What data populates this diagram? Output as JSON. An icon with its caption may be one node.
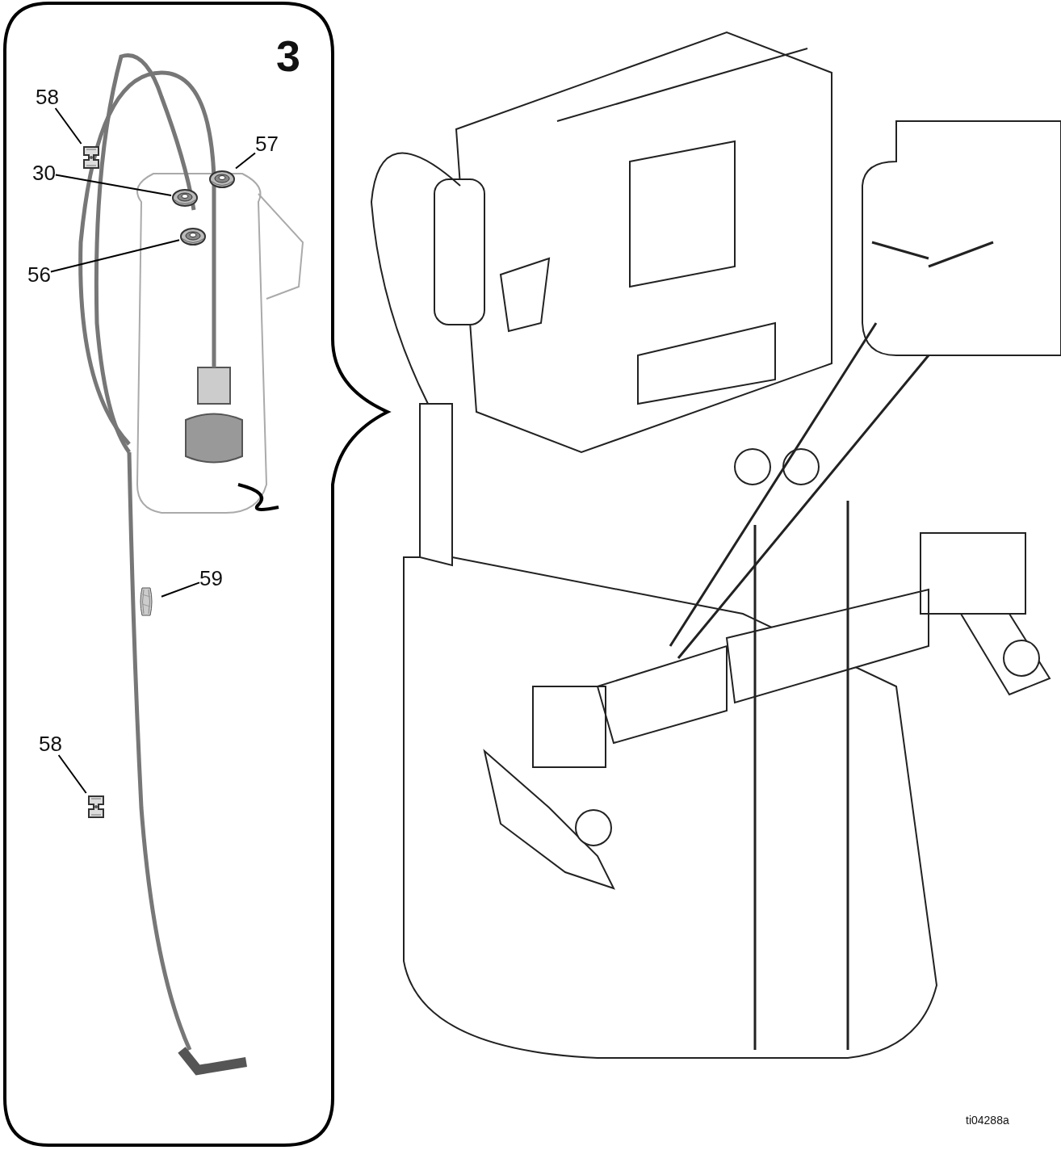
{
  "diagram": {
    "nodes": [
      {
        "text": [
          "58"
        ]
      },
      {
        "text": [],
        "shape": "picture"
      },
      {
        "text": [
          "30"
        ]
      },
      {
        "text": [],
        "shape": "picture"
      },
      {
        "text": [
          "57"
        ]
      },
      {
        "text": [],
        "shape": "picture"
      },
      {
        "text": [
          "56"
        ]
      },
      {
        "text": [],
        "shape": "picture"
      },
      {
        "text": [
          "59"
        ]
      },
      {
        "text": [],
        "shape": "picture"
      },
      {
        "text": [
          "58"
        ]
      },
      {
        "text": [],
        "shape": "picture"
      }
    ],
    "edges": [
      {
        "from": 0,
        "to": 1,
        "arrow": "none"
      },
      {
        "from": 2,
        "to": 3,
        "arrow": "none"
      },
      {
        "from": 4,
        "to": 5,
        "arrow": "none"
      },
      {
        "from": 6,
        "to": 7,
        "arrow": "none"
      },
      {
        "from": 8,
        "to": 9,
        "arrow": "none"
      },
      {
        "from": 10,
        "to": 11,
        "arrow": "none"
      }
    ],
    "labels": [
      "3",
      "ti04288a"
    ]
  }
}
